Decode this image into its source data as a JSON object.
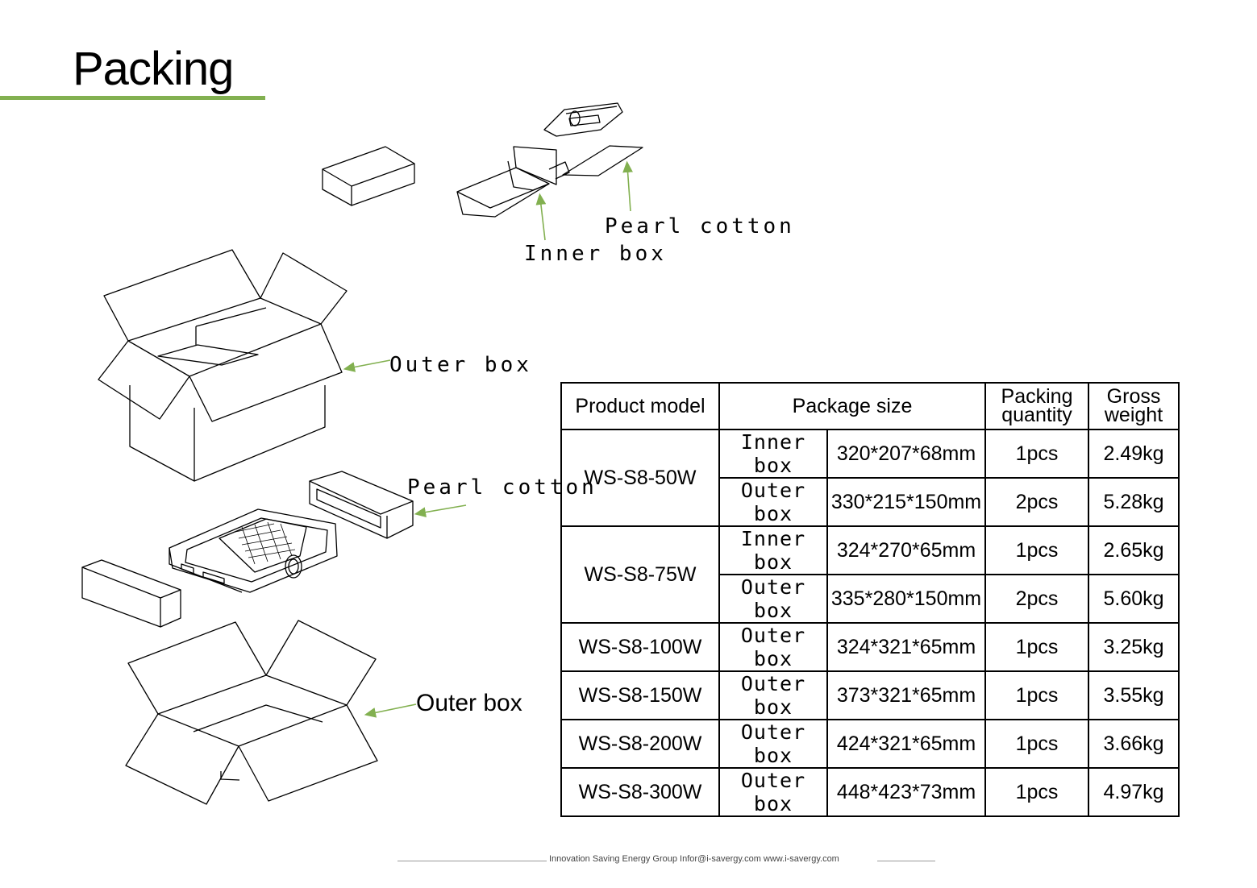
{
  "page": {
    "title": "Packing"
  },
  "diagram": {
    "labels": {
      "pearl_cotton_top": "Pearl cotton",
      "inner_box": "Inner box",
      "outer_box_top": "Outer box",
      "pearl_cotton_mid": "Pearl cotton",
      "outer_box_bottom": "Outer box"
    }
  },
  "table": {
    "headers": {
      "model": "Product model",
      "size": "Package size",
      "qty_line1": "Packing",
      "qty_line2": "quantity",
      "weight_line1": "Gross",
      "weight_line2": "weight"
    },
    "rows": [
      {
        "model": "WS-S8-50W",
        "pack": "Inner box",
        "size": "320*207*68mm",
        "qty": "1pcs",
        "weight": "2.49kg"
      },
      {
        "pack": "Outer box",
        "size": "330*215*150mm",
        "qty": "2pcs",
        "weight": "5.28kg"
      },
      {
        "model": "WS-S8-75W",
        "pack": "Inner box",
        "size": "324*270*65mm",
        "qty": "1pcs",
        "weight": "2.65kg"
      },
      {
        "pack": "Outer box",
        "size": "335*280*150mm",
        "qty": "2pcs",
        "weight": "5.60kg"
      },
      {
        "model": "WS-S8-100W",
        "pack": "Outer box",
        "size": "324*321*65mm",
        "qty": "1pcs",
        "weight": "3.25kg"
      },
      {
        "model": "WS-S8-150W",
        "pack": "Outer box",
        "size": "373*321*65mm",
        "qty": "1pcs",
        "weight": "3.55kg"
      },
      {
        "model": "WS-S8-200W",
        "pack": "Outer box",
        "size": "424*321*65mm",
        "qty": "1pcs",
        "weight": "3.66kg"
      },
      {
        "model": "WS-S8-300W",
        "pack": "Outer box",
        "size": "448*423*73mm",
        "qty": "1pcs",
        "weight": "4.97kg"
      }
    ]
  },
  "footer": {
    "text": "Innovation Saving Energy Group  Infor@i-savergy.com  www.i-savergy.com"
  },
  "colors": {
    "accent": "#82b050",
    "arrow": "#82b050"
  }
}
